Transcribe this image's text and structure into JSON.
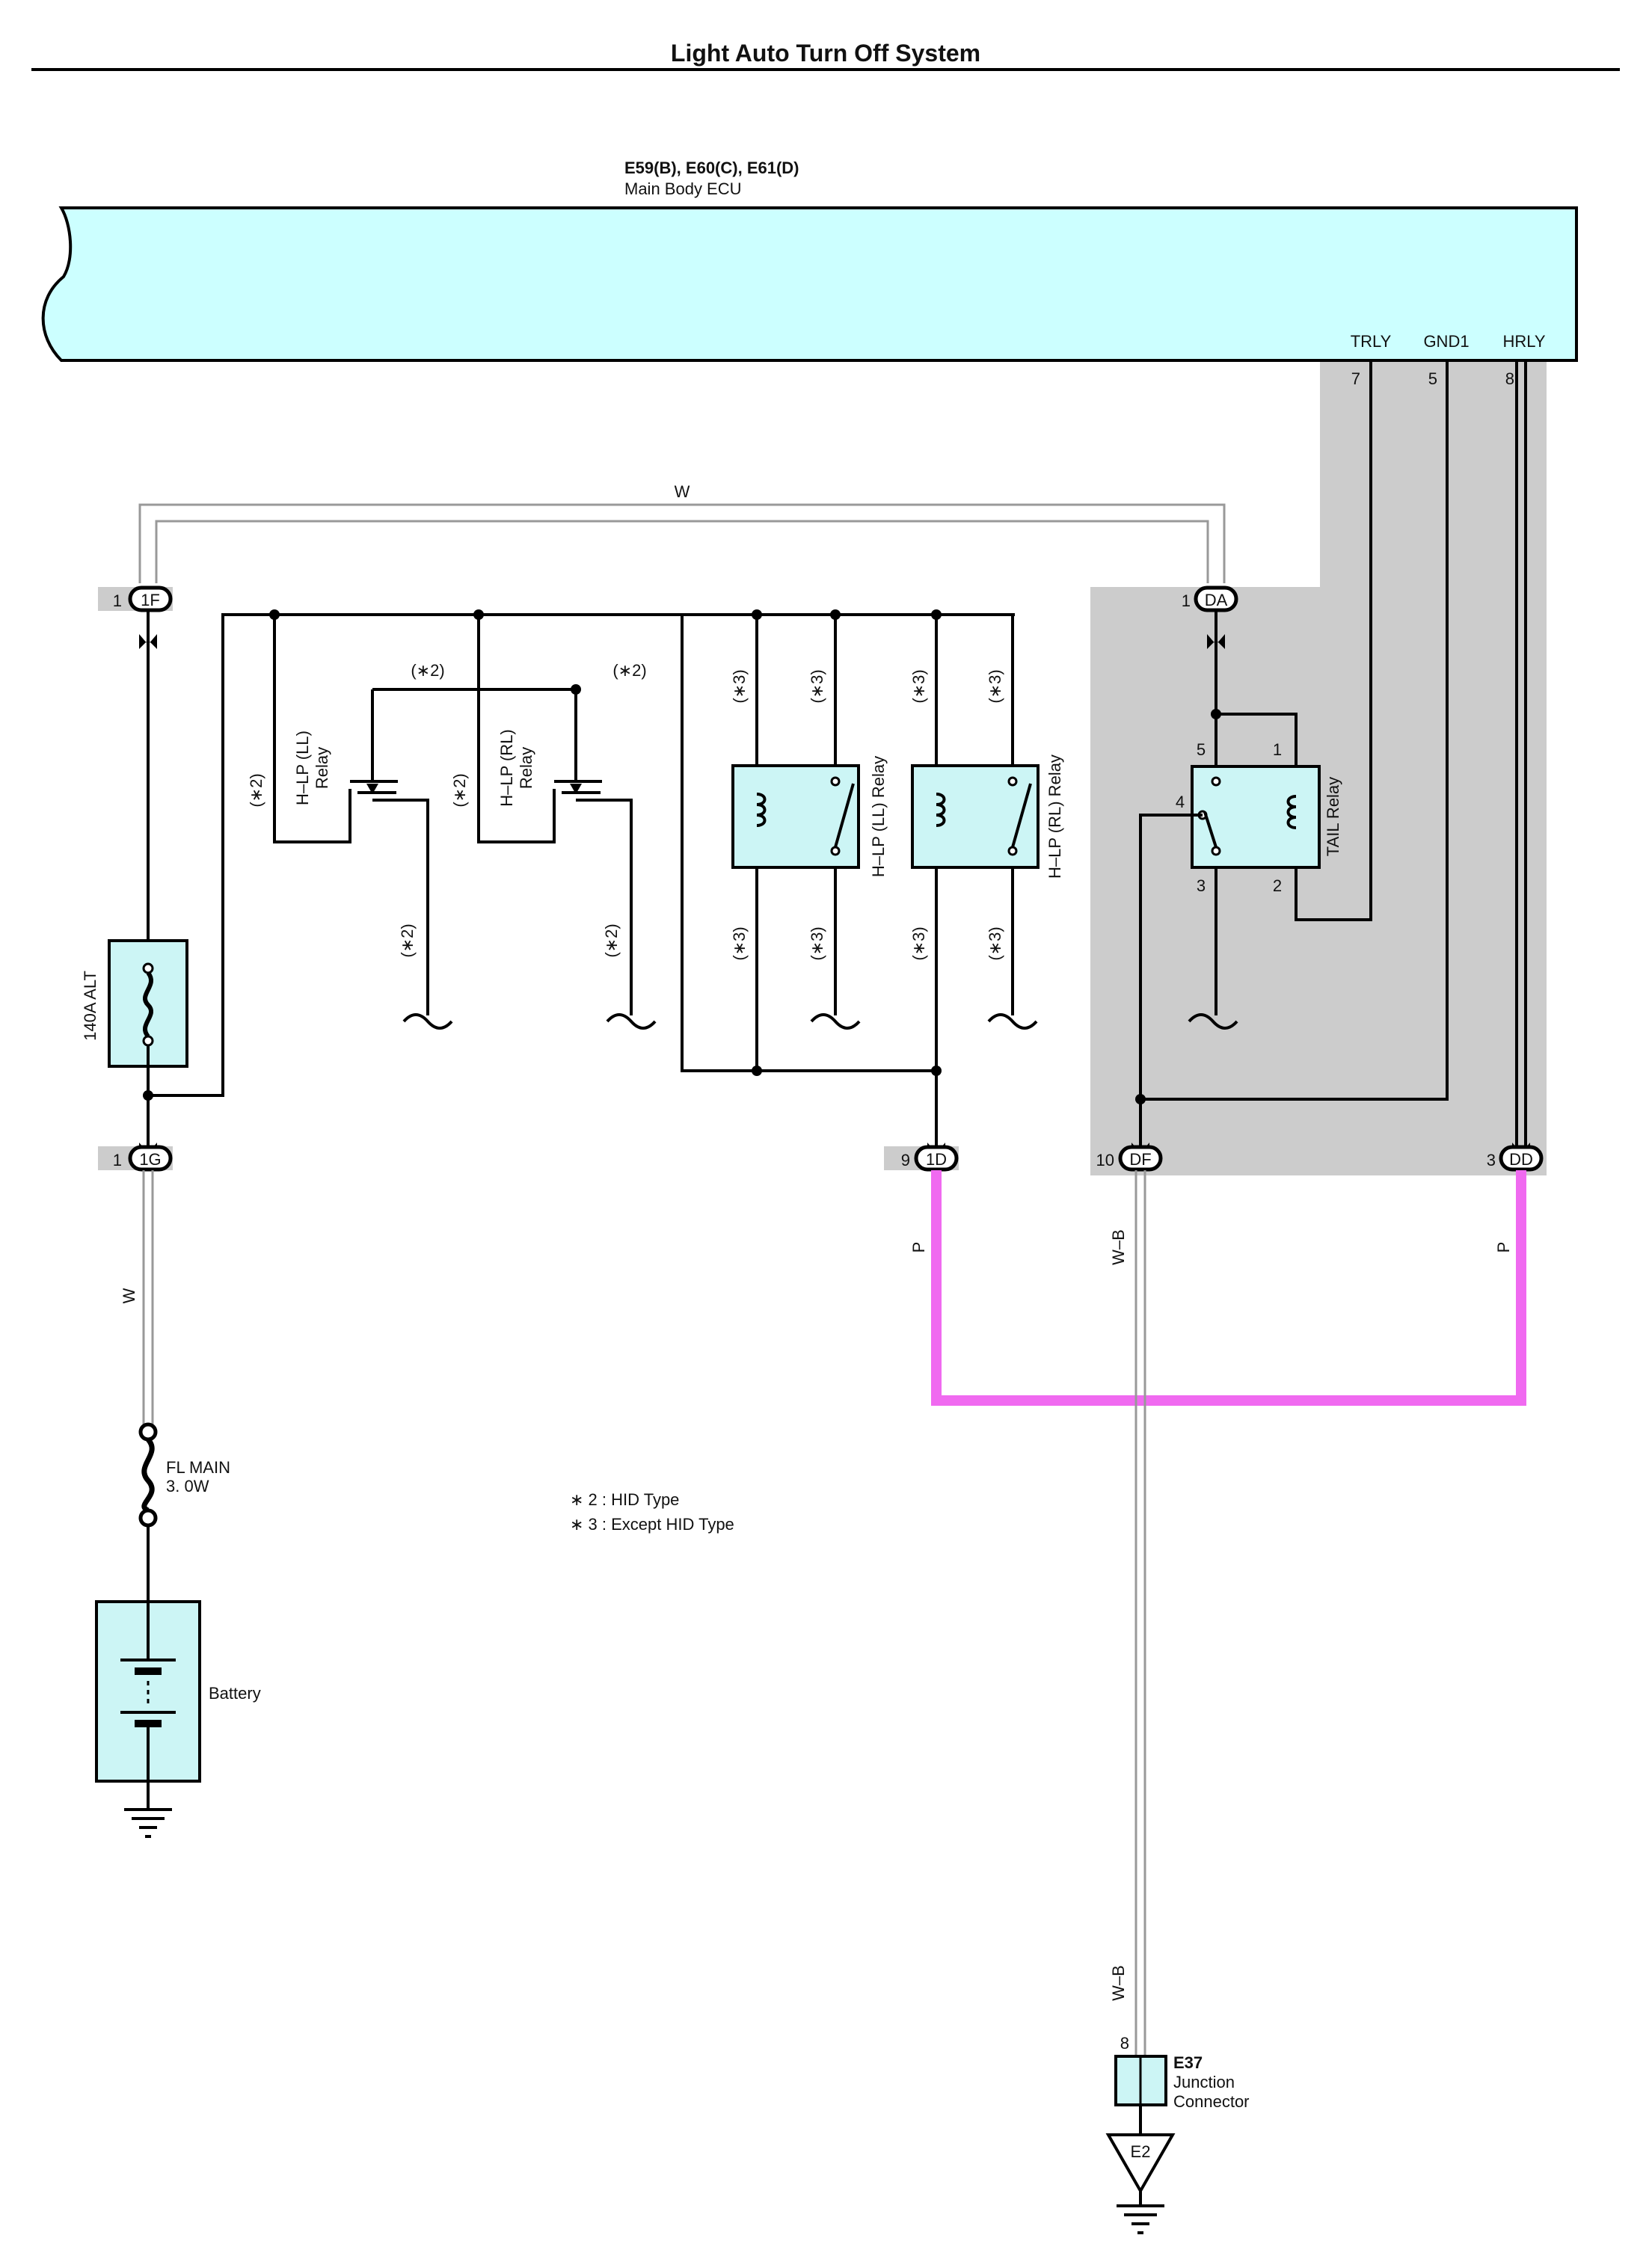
{
  "title": "Light Auto Turn Off System",
  "ecu": {
    "codes": "E59(B), E60(C), E61(D)",
    "name": "Main Body ECU",
    "terminals": [
      {
        "name": "TRLY",
        "pin": "7"
      },
      {
        "name": "GND1",
        "pin": "5"
      },
      {
        "name": "HRLY",
        "pin": "8"
      }
    ]
  },
  "connectors": {
    "c1F": {
      "pin": "1",
      "label": "1F"
    },
    "c1G": {
      "pin": "1",
      "label": "1G"
    },
    "cDA": {
      "pin": "1",
      "label": "DA"
    },
    "c1D": {
      "pin": "9",
      "label": "1D"
    },
    "cDF": {
      "pin": "10",
      "label": "DF"
    },
    "cDD": {
      "pin": "3",
      "label": "DD"
    }
  },
  "wires": {
    "top_w": "W",
    "left_w": "W",
    "p_left": "P",
    "p_right": "P",
    "wb_upper": "W–B",
    "wb_lower": "W–B",
    "wb_pin": "8"
  },
  "relays": {
    "hlp_ll_hid": {
      "line1": "H–LP (LL)",
      "line2": "Relay"
    },
    "hlp_rl_hid": {
      "line1": "H–LP (RL)",
      "line2": "Relay"
    },
    "hlp_ll": "H–LP (LL) Relay",
    "hlp_rl": "H–LP (RL) Relay",
    "tail": {
      "name": "TAIL Relay",
      "pins": [
        "5",
        "1",
        "4",
        "3",
        "2"
      ]
    }
  },
  "marks": {
    "hid": "(∗2)",
    "except_hid": "(∗3)"
  },
  "fuses": {
    "alt": "140A ALT",
    "fl_main_line1": "FL MAIN",
    "fl_main_line2": "3. 0W"
  },
  "battery": "Battery",
  "legend": [
    "∗ 2 : HID Type",
    "∗ 3 : Except HID Type"
  ],
  "junction": {
    "code": "E37",
    "line1": "Junction",
    "line2": "Connector",
    "ground": "E2"
  },
  "colors": {
    "ecu_fill": "#ccffff",
    "component_fill": "#ccf5f5",
    "pink_wire": "#f06af0",
    "shade": "#cccccc"
  }
}
